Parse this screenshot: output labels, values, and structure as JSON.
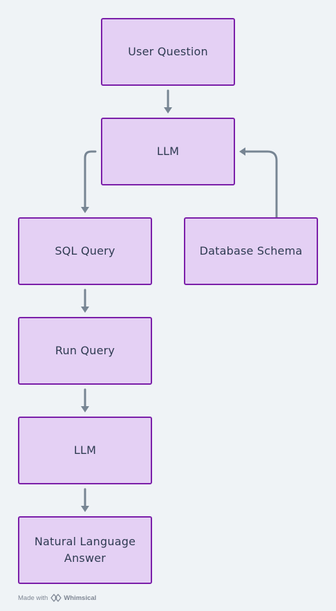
{
  "diagram": {
    "nodes": [
      {
        "id": "user_question",
        "label": "User Question"
      },
      {
        "id": "llm_1",
        "label": "LLM"
      },
      {
        "id": "sql_query",
        "label": "SQL Query"
      },
      {
        "id": "database_schema",
        "label": "Database Schema"
      },
      {
        "id": "run_query",
        "label": "Run Query"
      },
      {
        "id": "llm_2",
        "label": "LLM"
      },
      {
        "id": "answer",
        "label": "Natural Language Answer"
      }
    ],
    "edges": [
      {
        "from": "user_question",
        "to": "llm_1"
      },
      {
        "from": "llm_1",
        "to": "sql_query"
      },
      {
        "from": "database_schema",
        "to": "llm_1"
      },
      {
        "from": "sql_query",
        "to": "run_query"
      },
      {
        "from": "run_query",
        "to": "llm_2"
      },
      {
        "from": "llm_2",
        "to": "answer"
      }
    ]
  },
  "footer": {
    "made_with": "Made with",
    "brand": "Whimsical"
  },
  "colors": {
    "background": "#eff3f6",
    "node_fill": "#e4d0f4",
    "node_border": "#7b1fa9",
    "text": "#2f3b52",
    "connector": "#778593"
  }
}
